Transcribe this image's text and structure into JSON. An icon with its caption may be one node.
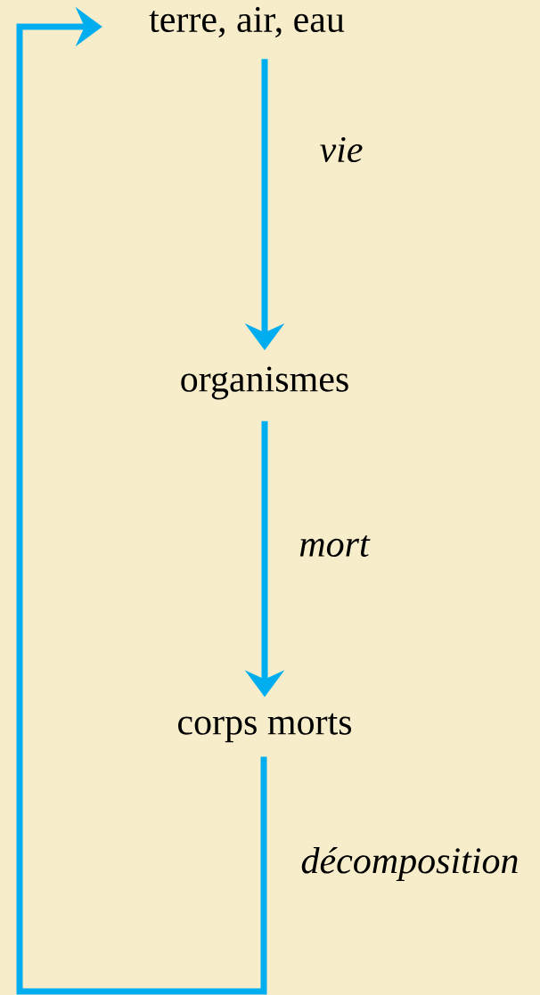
{
  "diagram": {
    "nodes": [
      {
        "text": [
          "terre, air, eau"
        ]
      },
      {
        "text": [
          "organismes"
        ]
      },
      {
        "text": [
          "corps morts"
        ]
      }
    ],
    "edges": [
      {
        "from": 0,
        "to": 1,
        "arrow": "to",
        "label": "vie"
      },
      {
        "from": 1,
        "to": 2,
        "arrow": "to",
        "label": "mort"
      },
      {
        "from": 2,
        "to": 0,
        "arrow": "to",
        "label": "décomposition"
      }
    ]
  }
}
